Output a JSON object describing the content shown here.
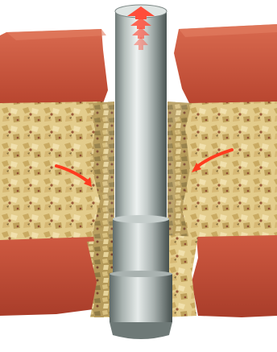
{
  "diagram": {
    "kind": "wellbore-cross-section",
    "layers": [
      {
        "name": "upper-rock",
        "color": "#c8553f"
      },
      {
        "name": "porous-formation",
        "color": "#e6cd8e"
      },
      {
        "name": "lower-rock",
        "color": "#c8553f"
      }
    ],
    "pipe": {
      "color_light": "#e9eeec",
      "color_mid": "#9aa6a3",
      "color_dark": "#4f5a58"
    },
    "flow_arrows": {
      "color": "#ff3b1f",
      "count": 2
    },
    "up_arrow": {
      "color": "#ff4d3a"
    }
  }
}
